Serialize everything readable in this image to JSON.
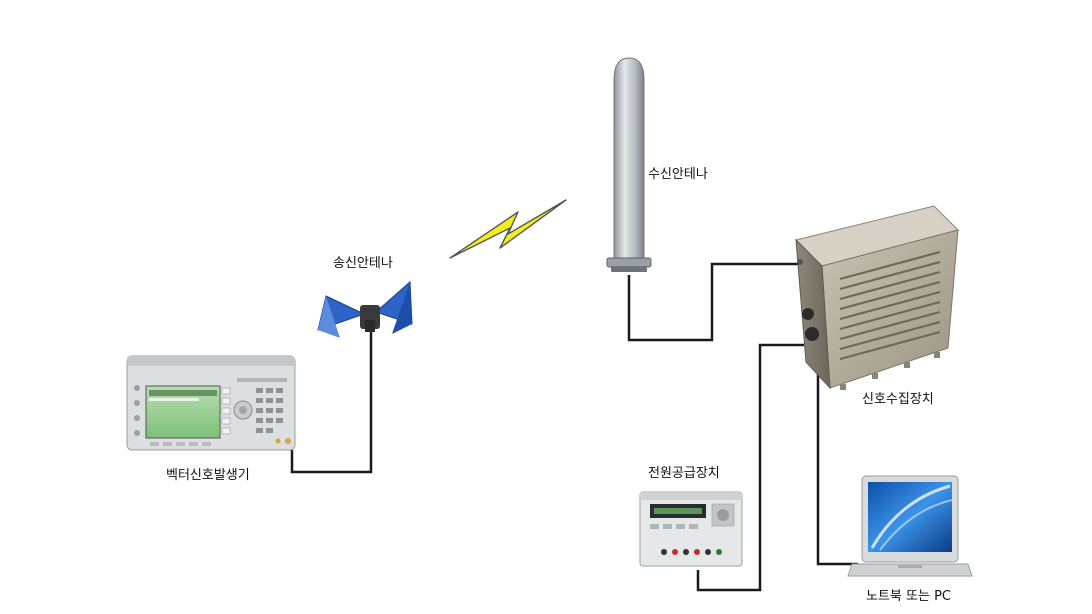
{
  "labels": {
    "rx_antenna": "수신안테나",
    "tx_antenna": "송신안테나",
    "signal_generator": "벡터신호발생기",
    "signal_collector": "신호수집장치",
    "power_supply": "전원공급장치",
    "laptop": "노트북 또는 PC"
  },
  "icons": {
    "signal_generator": "vector-signal-generator-icon",
    "tx_antenna": "bowtie-antenna-icon",
    "rx_antenna": "omni-antenna-icon",
    "wireless_link": "lightning-bolt-icon",
    "signal_collector": "receiver-box-icon",
    "power_supply": "power-supply-icon",
    "laptop": "laptop-icon"
  },
  "colors": {
    "cable": "#1a1a1a",
    "bolt_fill": "#f2ee1c",
    "antenna_blue": "#2e64c8",
    "box_metal": "#b9b2a0"
  }
}
